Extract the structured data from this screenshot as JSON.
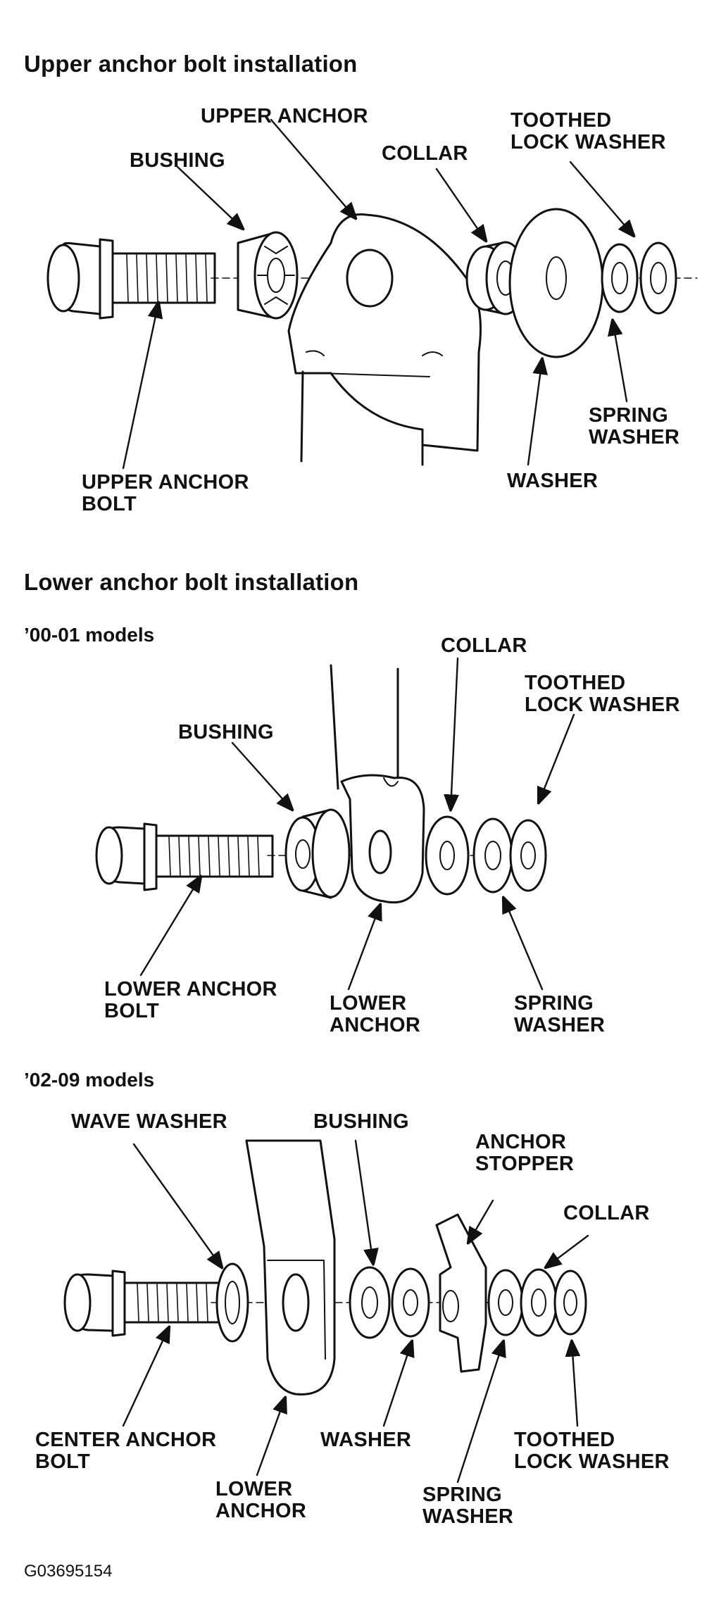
{
  "sections": {
    "upper": {
      "title": "Upper anchor bolt installation",
      "labels": {
        "upper_anchor": "UPPER ANCHOR",
        "bushing": "BUSHING",
        "collar": "COLLAR",
        "toothed_lock_washer": "TOOTHED\nLOCK WASHER",
        "spring_washer": "SPRING\nWASHER",
        "washer": "WASHER",
        "upper_anchor_bolt": "UPPER ANCHOR\nBOLT"
      }
    },
    "lower": {
      "title": "Lower anchor bolt installation",
      "models_0001": {
        "title": "’00-01 models",
        "labels": {
          "collar": "COLLAR",
          "toothed_lock_washer": "TOOTHED\nLOCK WASHER",
          "bushing": "BUSHING",
          "lower_anchor_bolt": "LOWER ANCHOR\nBOLT",
          "lower_anchor": "LOWER\nANCHOR",
          "spring_washer": "SPRING\nWASHER"
        }
      },
      "models_0209": {
        "title": "’02-09 models",
        "labels": {
          "wave_washer": "WAVE WASHER",
          "bushing": "BUSHING",
          "anchor_stopper": "ANCHOR\nSTOPPER",
          "collar": "COLLAR",
          "center_anchor_bolt": "CENTER ANCHOR\nBOLT",
          "washer": "WASHER",
          "toothed_lock_washer": "TOOTHED\nLOCK WASHER",
          "lower_anchor": "LOWER\nANCHOR",
          "spring_washer": "SPRING\nWASHER"
        }
      }
    }
  },
  "figure_code": "G03695154"
}
